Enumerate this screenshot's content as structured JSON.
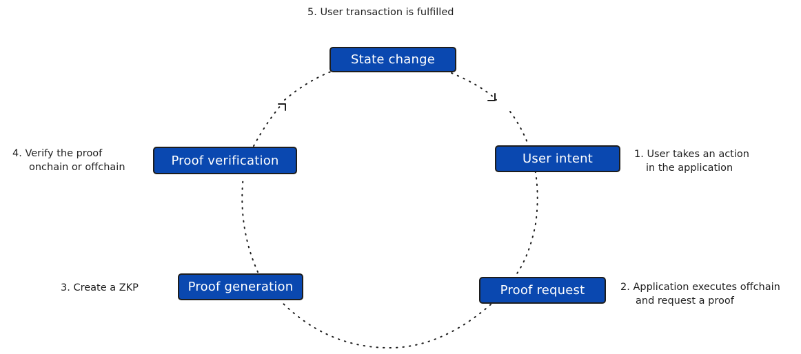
{
  "diagram": {
    "nodes": {
      "state_change": "State change",
      "user_intent": "User intent",
      "proof_request": "Proof request",
      "proof_generation": "Proof generation",
      "proof_verification": "Proof verification"
    },
    "notes": {
      "step1": [
        "1. User takes an action",
        "in the application"
      ],
      "step2": [
        "2. Application executes offchain",
        "and request a proof"
      ],
      "step3": [
        "3. Create a ZKP"
      ],
      "step4": [
        "4. Verify the proof",
        "onchain or offchain"
      ],
      "step5": [
        "5. User transaction is fulfilled"
      ]
    },
    "colors": {
      "node_fill": "#0a48b0",
      "node_border": "#1d1d1d",
      "node_text": "#ffffff",
      "edge": "#1e1e1e",
      "note_text": "#1e1e1e"
    }
  }
}
